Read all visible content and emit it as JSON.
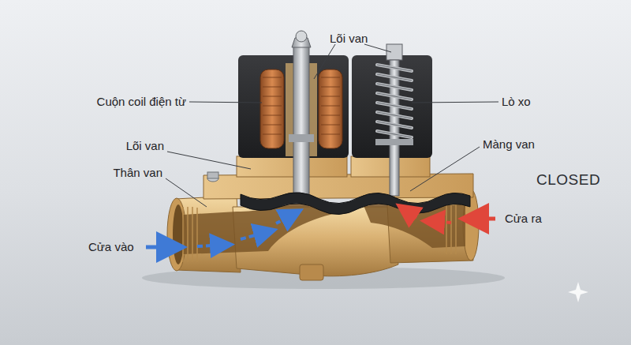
{
  "diagram": {
    "labels": [
      "Lõi van",
      "Cuộn coil điện từ",
      "Lò xo",
      "Lõi van",
      "Màng van",
      "Thân van",
      "CLOSED",
      "Cửa vào",
      "Cửa ra"
    ]
  }
}
